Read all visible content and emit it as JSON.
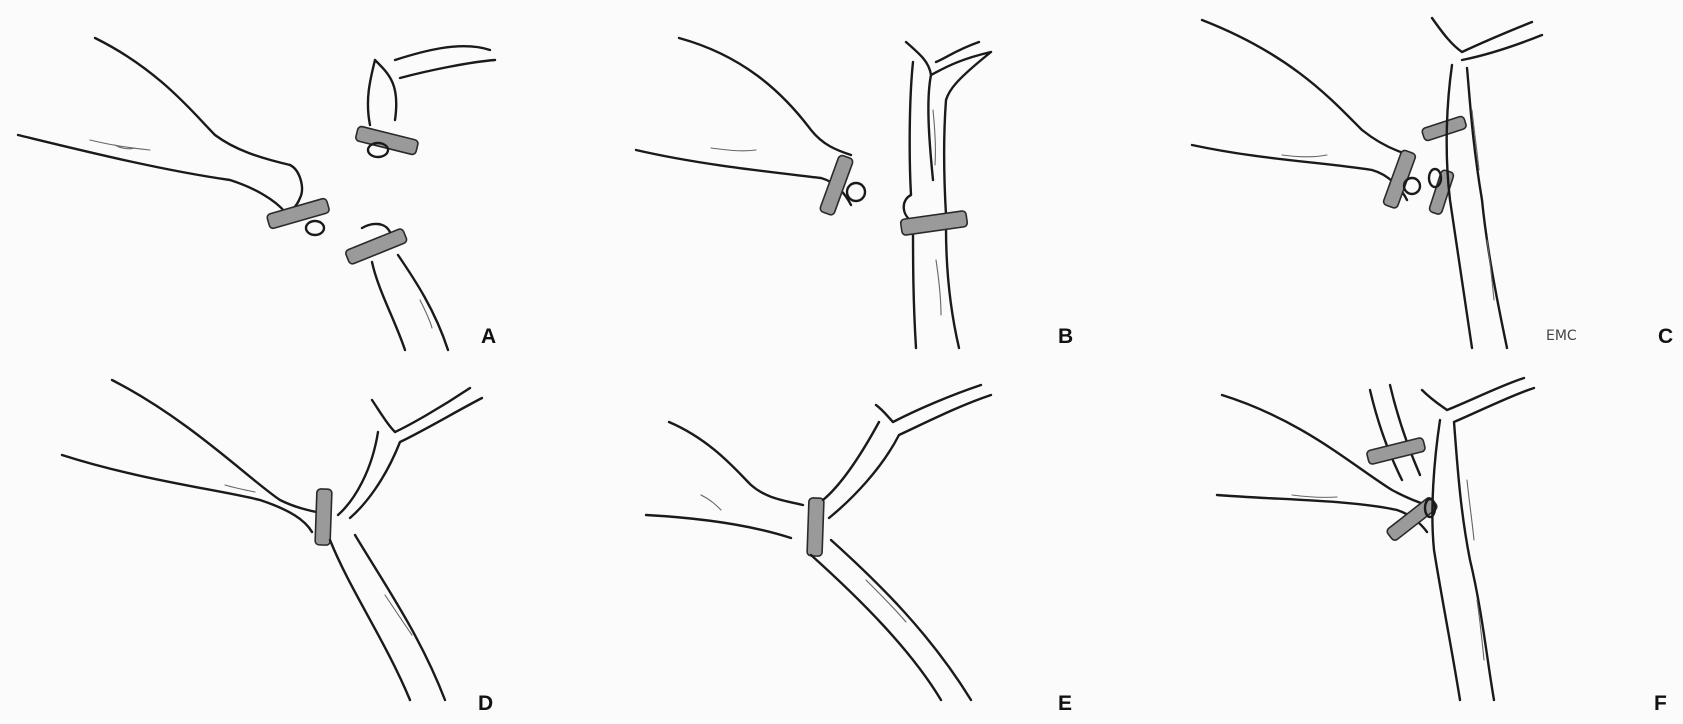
{
  "panels": [
    {
      "id": "A",
      "label": "A"
    },
    {
      "id": "B",
      "label": "B"
    },
    {
      "id": "C",
      "label": "C",
      "signature": "EMC"
    },
    {
      "id": "D",
      "label": "D"
    },
    {
      "id": "E",
      "label": "E"
    },
    {
      "id": "F",
      "label": "F"
    }
  ],
  "colors": {
    "background": "#fbfbfb",
    "ink": "#1a1a1a",
    "clip": "#9a9a9a"
  }
}
